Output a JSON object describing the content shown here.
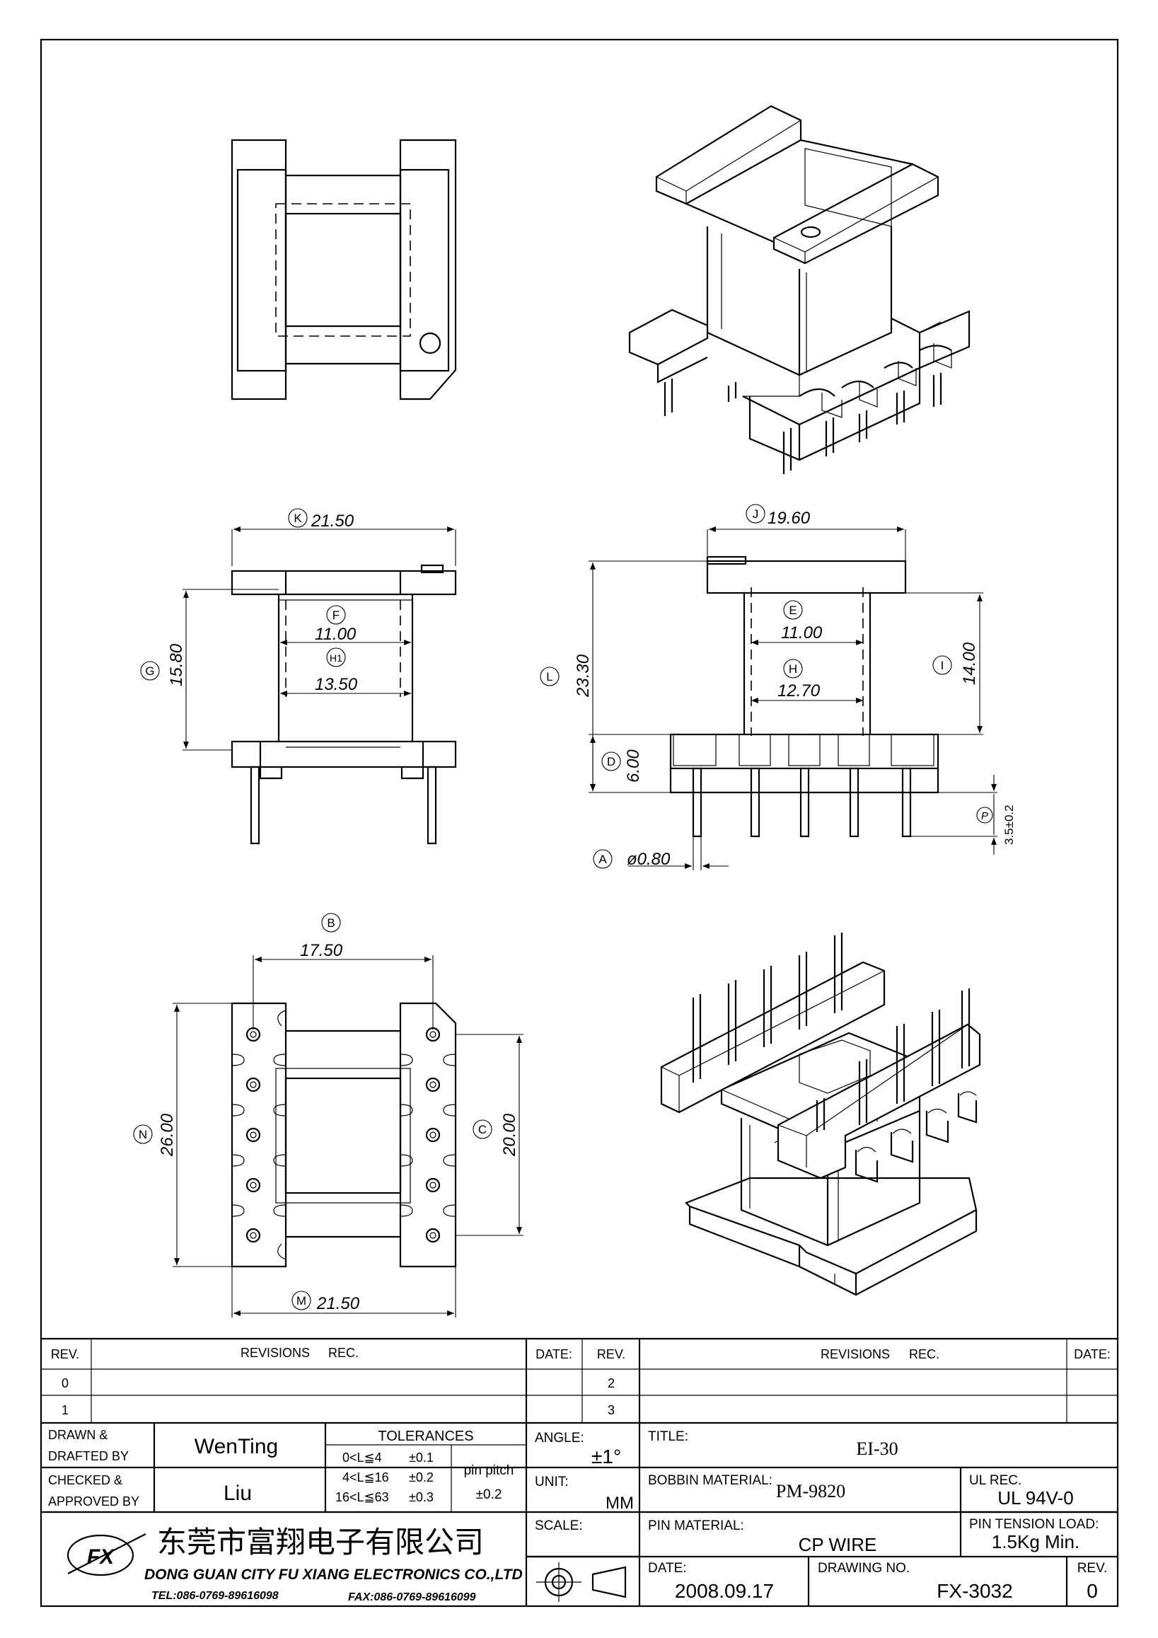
{
  "dimensions": {
    "K": {
      "letter": "K",
      "value": "21.50"
    },
    "G": {
      "letter": "G",
      "value": "15.80"
    },
    "F": {
      "letter": "F",
      "value": "11.00"
    },
    "H1": {
      "letter": "H1",
      "value": "13.50"
    },
    "J": {
      "letter": "J",
      "value": "19.60"
    },
    "L": {
      "letter": "L",
      "value": "23.30"
    },
    "E": {
      "letter": "E",
      "value": "11.00"
    },
    "H": {
      "letter": "H",
      "value": "12.70"
    },
    "I": {
      "letter": "I",
      "value": "14.00"
    },
    "D": {
      "letter": "D",
      "value": "6.00"
    },
    "P": {
      "letter": "P",
      "value": "3.5±0.2"
    },
    "A": {
      "letter": "A",
      "value": "ø0.80"
    },
    "B": {
      "letter": "B",
      "value": "17.50"
    },
    "N": {
      "letter": "N",
      "value": "26.00"
    },
    "C": {
      "letter": "C",
      "value": "20.00"
    },
    "M": {
      "letter": "M",
      "value": "21.50"
    }
  },
  "revisions": {
    "rev_header": "REV.",
    "revisions_header": "REVISIONS",
    "rec_header": "REC.",
    "date_header": "DATE:",
    "left_rows": [
      "0",
      "1"
    ],
    "right_rows": [
      "2",
      "3"
    ]
  },
  "title_block": {
    "drawn_label_1": "DRAWN  &",
    "drawn_label_2": "DRAFTED BY",
    "drawn_by": "WenTing",
    "checked_label_1": "CHECKED  &",
    "checked_label_2": "APPROVED BY",
    "checked_by": "Liu",
    "tolerances_label": "TOLERANCES",
    "tol_rows": [
      {
        "range": "0<L≦4",
        "value": "±0.1"
      },
      {
        "range": "4<L≦16",
        "value": "±0.2"
      },
      {
        "range": "16<L≦63",
        "value": "±0.3"
      }
    ],
    "pin_pitch_label": "pin  pitch",
    "pin_pitch_value": "±0.2",
    "angle_label": "ANGLE:",
    "angle_value": "±1°",
    "unit_label": "UNIT:",
    "unit_value": "MM",
    "scale_label": "SCALE:",
    "title_label": "TITLE:",
    "title_value": "EI-30",
    "bobbin_material_label": "BOBBIN  MATERIAL:",
    "bobbin_material_value": "PM-9820",
    "ul_rec_label": "UL  REC.",
    "ul_rec_value": "UL  94V-0",
    "pin_material_label": "PIN  MATERIAL:",
    "pin_material_value": "CP  WIRE",
    "pin_tension_label": "PIN  TENSION  LOAD:",
    "pin_tension_value": "1.5Kg  Min.",
    "date_label": "DATE:",
    "date_value": "2008.09.17",
    "drawing_no_label": "DRAWING  NO.",
    "drawing_no_value": "FX-3032",
    "rev_label": "REV.",
    "rev_value": "0"
  },
  "company": {
    "name_cn": "东莞市富翔电子有限公司",
    "name_en": "DONG GUAN CITY FU XIANG ELECTRONICS CO.,LTD",
    "tel": "TEL:086-0769-89616098",
    "fax": "FAX:086-0769-89616099",
    "logo_text": "FX"
  }
}
